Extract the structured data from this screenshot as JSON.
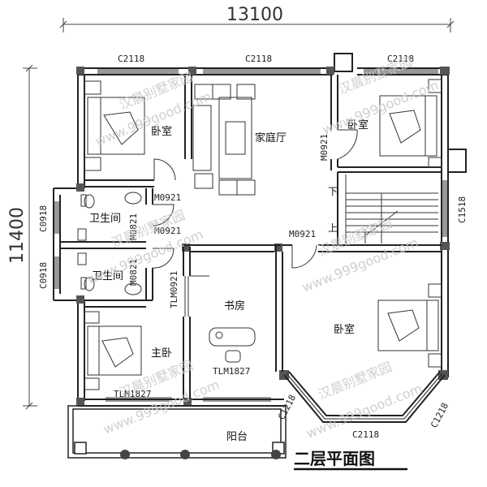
{
  "plan": {
    "title": "二层平面图",
    "dimensions": {
      "width": "13100",
      "height": "11400"
    },
    "rooms": {
      "bedroom_nw": "卧室",
      "family_hall": "家庭厅",
      "bedroom_ne": "卧室",
      "bathroom_1": "卫生间",
      "bathroom_2": "卫生间",
      "master_bedroom": "主卧",
      "study": "书房",
      "bedroom_se": "卧室",
      "balcony": "阳台"
    },
    "stairs": {
      "down": "下",
      "up": "上"
    },
    "windows": {
      "top_left": "C2118",
      "top_mid": "C2118",
      "top_right": "C2118",
      "right_stair": "C1518",
      "left_bath1": "C0918",
      "left_bath2": "C0918",
      "bay_left": "C1218",
      "bay_bottom": "C2118",
      "bay_right": "C1218"
    },
    "doors": {
      "bedroom_nw": "M0921",
      "bath_1": "M0821",
      "bath_1_vertical": "M0921",
      "bath_2": "M0821",
      "bedroom_ne": "M0921",
      "bedroom_se": "M0921",
      "study_side": "TLM0921",
      "study_bottom": "TLM1827",
      "master_balcony": "TLM1827"
    },
    "watermark": {
      "text_cn": "汉晨别墅家园",
      "text_url": "www.999good.com"
    }
  }
}
